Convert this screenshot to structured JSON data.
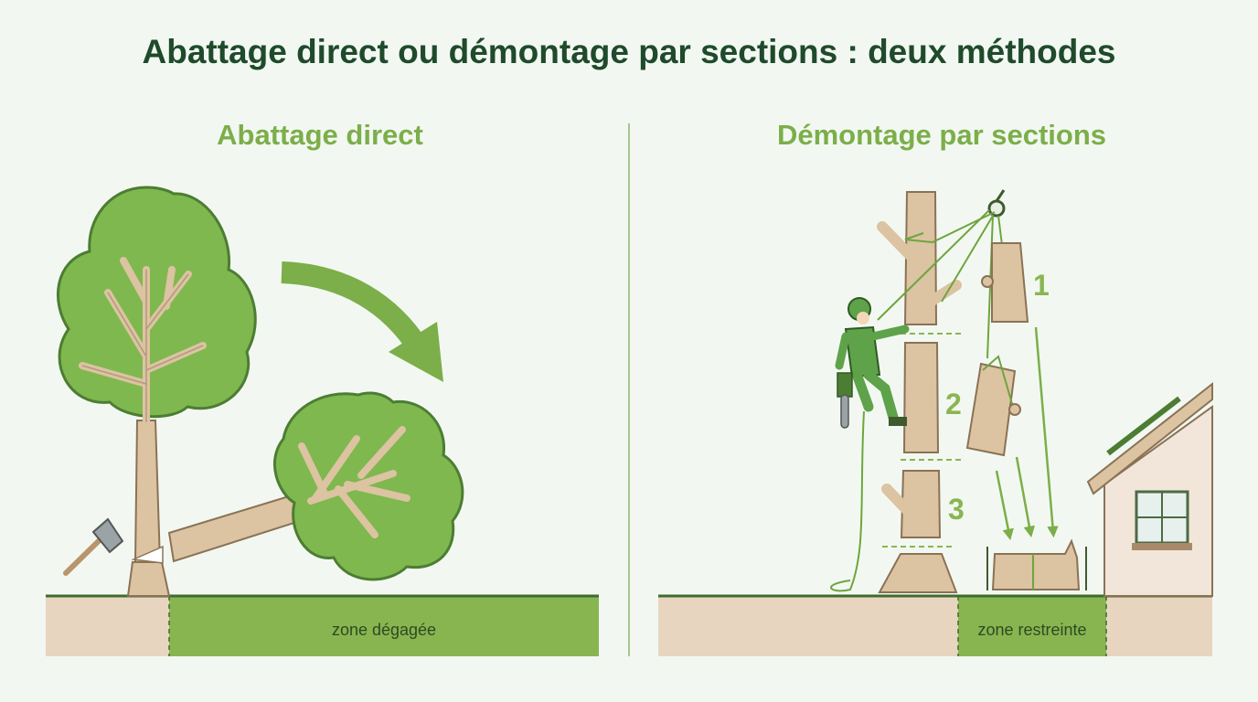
{
  "title": "Abattage direct ou démontage par sections : deux méthodes",
  "panels": {
    "left": {
      "title": "Abattage direct",
      "zone_label": "zone dégagée"
    },
    "right": {
      "title": "Démontage par sections",
      "zone_label": "zone restreinte"
    }
  },
  "steps": [
    "1",
    "2",
    "3"
  ],
  "colors": {
    "title": "#1f4a2c",
    "accent": "#7cae4a",
    "foliage": "#7fb84e",
    "wood": "#dcc3a2",
    "ground": "#e8d5c0",
    "zone": "#88b550"
  }
}
